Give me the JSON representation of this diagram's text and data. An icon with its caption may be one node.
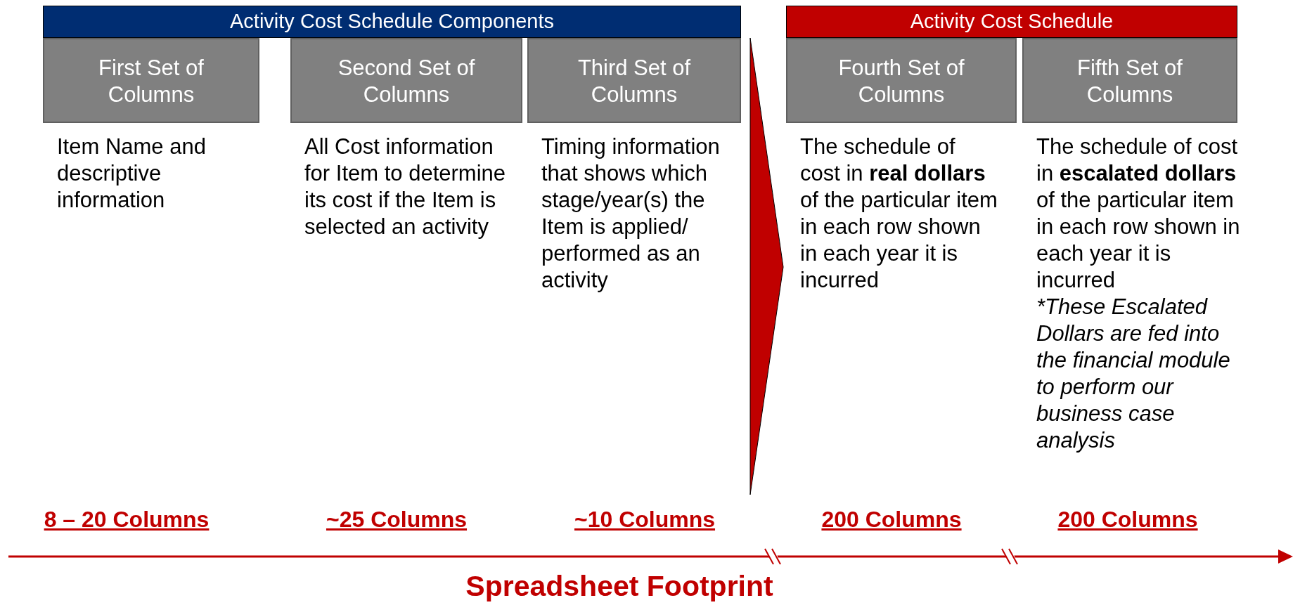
{
  "diagram": {
    "nodes": [
      {
        "text": [
          "Activity Cost Schedule Components"
        ]
      },
      {
        "text": [
          "Activity Cost Schedule"
        ]
      },
      {
        "text": [
          "First Set of Columns"
        ],
        "beside": [
          "Item Name and descriptive information"
        ]
      },
      {
        "text": [
          "Second Set of Columns"
        ],
        "beside": [
          "All Cost information for Item to determine its cost if the Item is selected an activity"
        ]
      },
      {
        "text": [
          "Third Set of Columns"
        ],
        "beside": [
          "Timing information that shows which stage/year(s) the Item is applied/ performed as an activity"
        ]
      },
      {
        "text": [
          "Fourth Set of Columns"
        ],
        "beside": [
          "The schedule of cost in **real dollars** of the particular item in each row shown in each year it is incurred"
        ]
      },
      {
        "text": [
          "Fifth Set of Columns"
        ],
        "beside": [
          "The schedule of cost in **escalated dollars** of the particular item in each row shown in each year it is incurred",
          "*These Escalated Dollars are fed into the financial module to perform our business case analysis"
        ]
      }
    ],
    "edges": [
      {
        "from": 4,
        "to": 5,
        "arrow": "to",
        "color": "#c00000"
      }
    ],
    "labels": [
      "8 – 20 Columns",
      "~25 Columns",
      "~10 Columns",
      "200 Columns",
      "200 Columns",
      "Spreadsheet Footprint"
    ]
  }
}
